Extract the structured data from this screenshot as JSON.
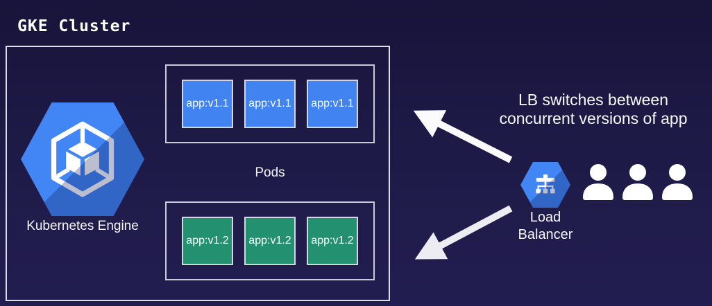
{
  "title": "GKE Cluster",
  "cluster": {
    "engine_label": "Kubernetes Engine",
    "pods_label": "Pods",
    "pod_groups": [
      {
        "version": "app:v1.1",
        "color": "#4183f0"
      },
      {
        "version": "app:v1.2",
        "color": "#23906f"
      }
    ]
  },
  "annotation": {
    "line1": "LB switches between",
    "line2": "concurrent versions of app"
  },
  "load_balancer": {
    "line1": "Load",
    "line2": "Balancer"
  },
  "users": {
    "count": 3
  },
  "colors": {
    "background": "#1e1a47",
    "hexagon_blue": "#4285f4",
    "app_v11_blue": "#4183f0",
    "app_v12_teal": "#23906f",
    "border_gray": "#d4d6e0",
    "arrow_white": "#f4f4f8"
  }
}
